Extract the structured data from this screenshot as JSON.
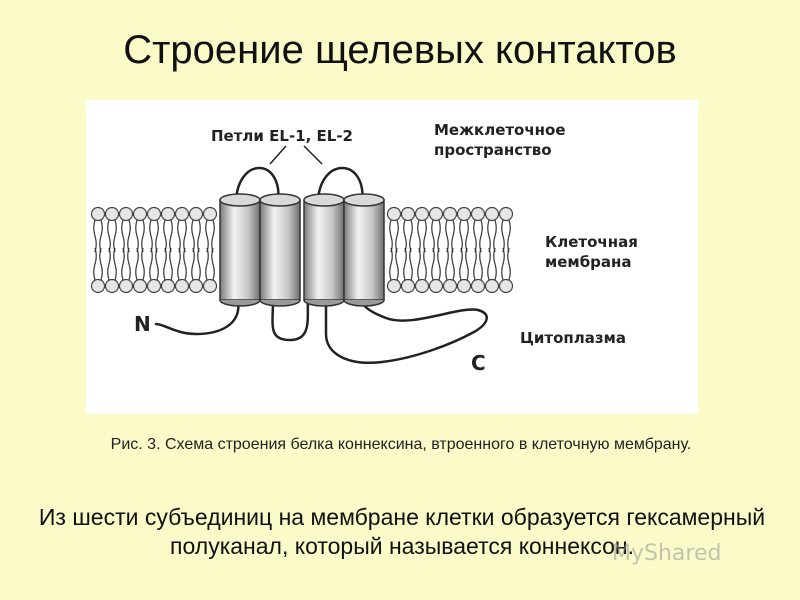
{
  "slide": {
    "title": "Строение щелевых контактов",
    "caption": "Рис. 3. Схема строения белка коннексина, втроенного в клеточную мембрану.",
    "body_text": "Из шести субъединиц на мембране клетки образуется гексамерный полуканал, который называется коннексон.",
    "watermark": "MyShared"
  },
  "diagram": {
    "label_loops": "Петли EL-1, EL-2",
    "label_space": "Межклеточное пространство",
    "label_membrane": "Клеточная мембрана",
    "label_cytoplasm": "Цитоплазма",
    "label_n": "N",
    "label_c": "C"
  },
  "colors": {
    "background": "#fafbc8",
    "panel": "#ffffff",
    "ink": "#222222"
  }
}
